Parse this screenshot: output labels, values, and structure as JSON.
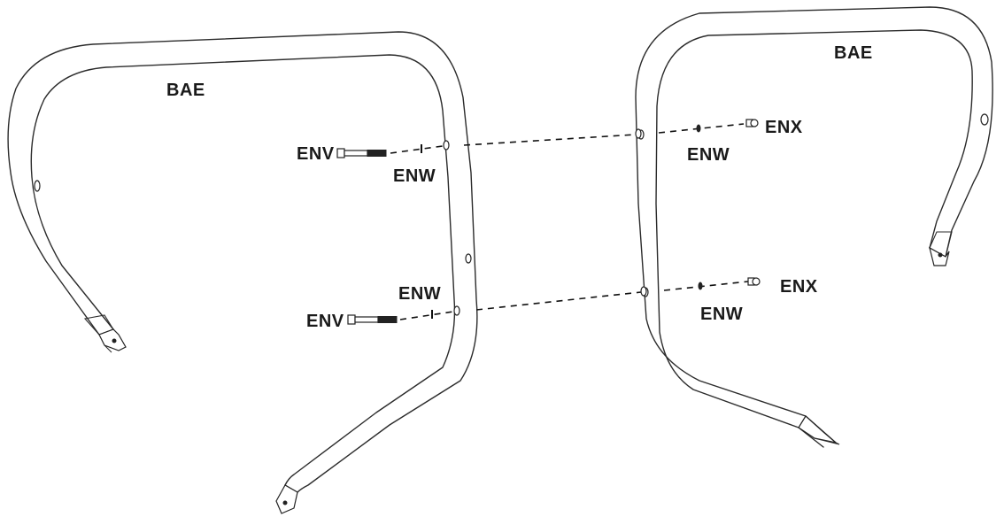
{
  "labels": {
    "frame_left": "BAE",
    "frame_right": "BAE",
    "bolt_top": "ENV",
    "bolt_bottom": "ENV",
    "washer_left_top": "ENW",
    "washer_left_bottom": "ENW",
    "washer_right_top": "ENW",
    "washer_right_bottom": "ENW",
    "nut_top": "ENX",
    "nut_bottom": "ENX"
  }
}
